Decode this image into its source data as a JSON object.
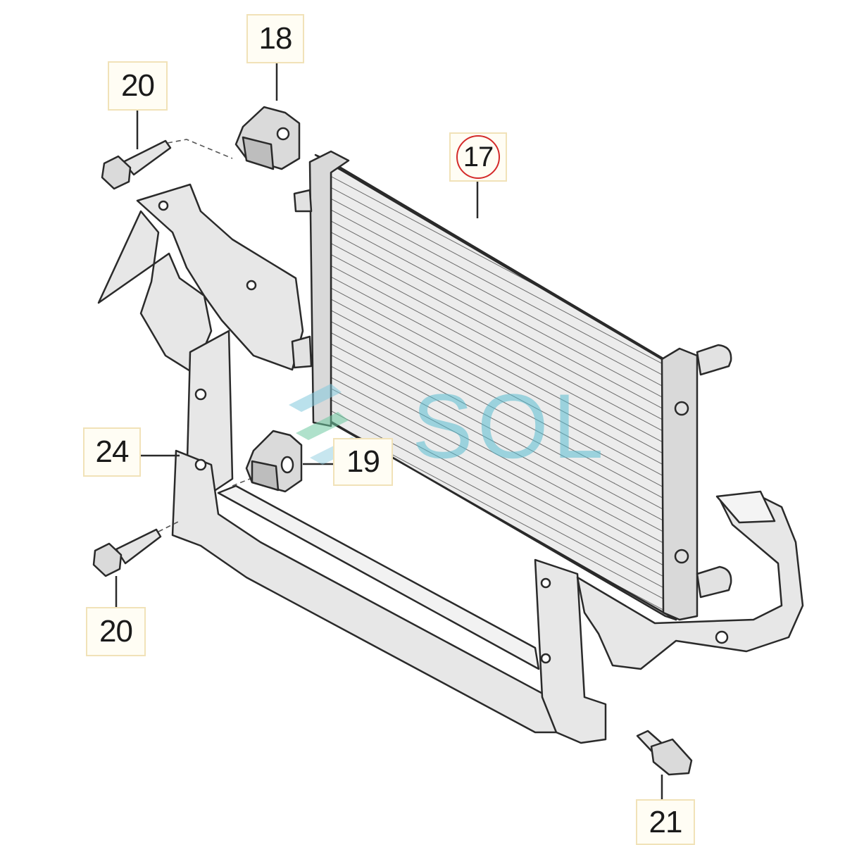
{
  "callouts": {
    "c17": "17",
    "c18": "18",
    "c19": "19",
    "c20_top": "20",
    "c20_bottom": "20",
    "c21": "21",
    "c24": "24"
  },
  "watermark": {
    "text": "SOL",
    "color": "#5abed2"
  },
  "colors": {
    "highlight_circle": "#d42a2a",
    "callout_border": "#f1e2b8",
    "part_fill": "#e7e7e7",
    "outline": "#2a2a2a"
  }
}
